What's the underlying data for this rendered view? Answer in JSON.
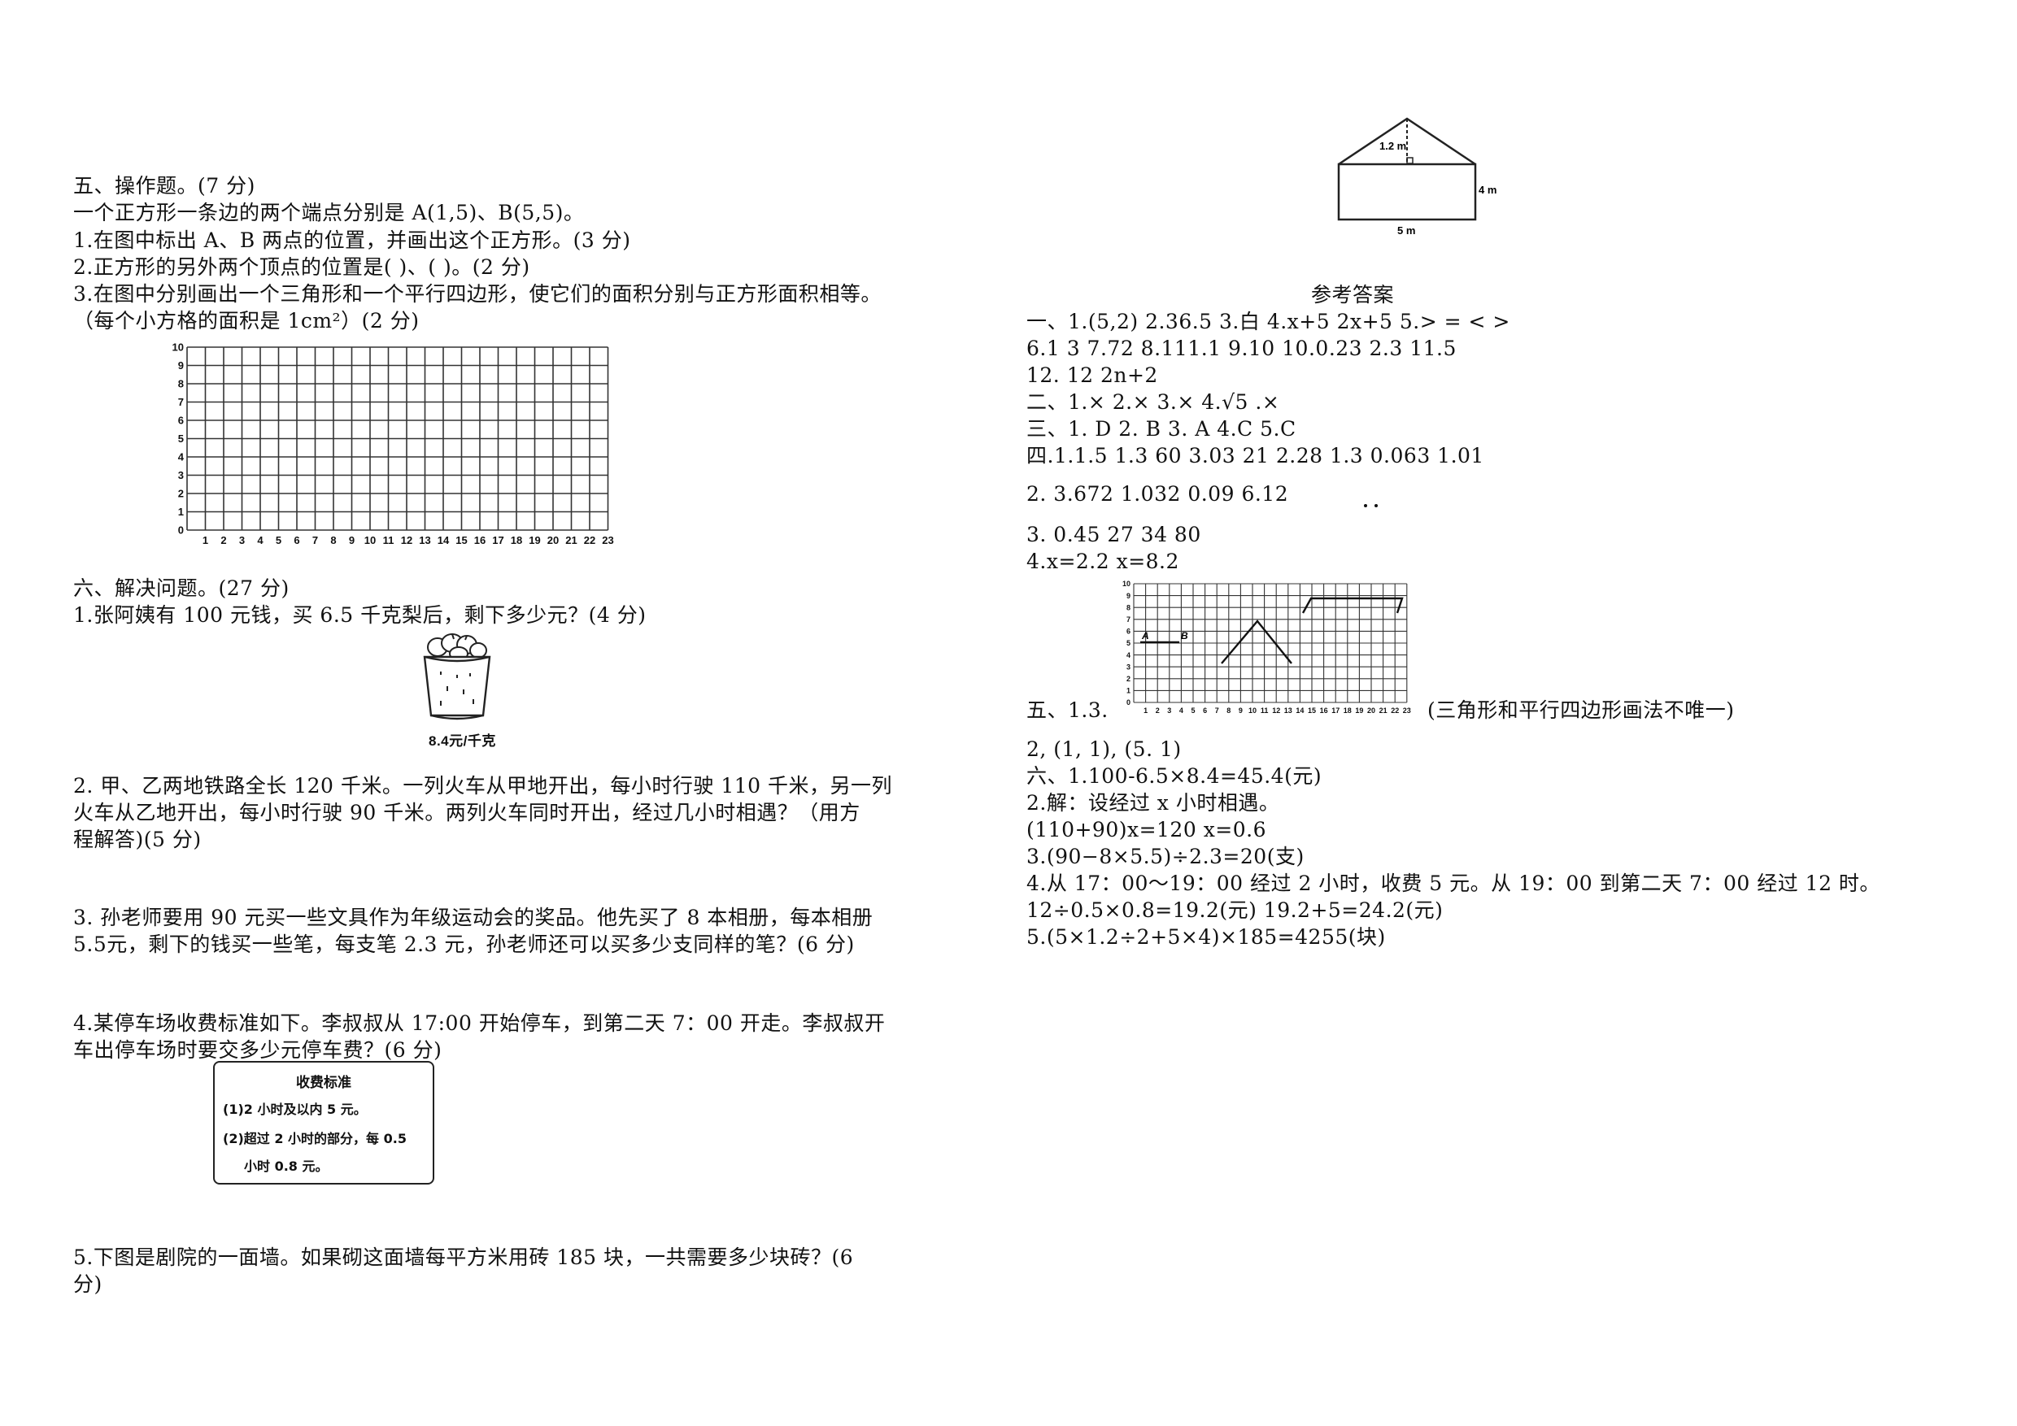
{
  "left": {
    "s5_title": "五、操作题。(7 分)",
    "s5_intro": "一个正方形一条边的两个端点分别是 A(1,5)、B(5,5)。",
    "s5_q1": "1.在图中标出 A、B 两点的位置，并画出这个正方形。(3 分)",
    "s5_q2": "2.正方形的另外两个顶点的位置是(            )、(            )。(2 分)",
    "s5_q3_line1": "3.在图中分别画出一个三角形和一个平行四边形，使它们的面积分别与正方形面积相等。",
    "s5_q3_line2": "（每个小方格的面积是 1cm²）(2 分)",
    "grid_y_labels": [
      "0",
      "1",
      "2",
      "3",
      "4",
      "5",
      "6",
      "7",
      "8",
      "9",
      "10"
    ],
    "grid_x_labels": [
      "1",
      "2",
      "3",
      "4",
      "5",
      "6",
      "7",
      "8",
      "9",
      "10",
      "11",
      "12",
      "13",
      "14",
      "15",
      "16",
      "17",
      "18",
      "19",
      "20",
      "21",
      "22",
      "23"
    ],
    "s6_title": "六、解决问题。(27 分)",
    "s6_q1": "1.张阿姨有 100 元钱，买 6.5 千克梨后，剩下多少元？(4 分)",
    "pear_price": "8.4元/千克",
    "s6_q2_line1": "2. 甲、乙两地铁路全长 120 千米。一列火车从甲地开出，每小时行驶 110 千米，另一列",
    "s6_q2_line2": "火车从乙地开出，每小时行驶 90 千米。两列火车同时开出，经过几小时相遇？（用方",
    "s6_q2_line3": "程解答)(5 分)",
    "s6_q3_line1": "3. 孙老师要用 90 元买一些文具作为年级运动会的奖品。他先买了 8 本相册，每本相册",
    "s6_q3_line2": "5.5元，剩下的钱买一些笔，每支笔 2.3 元，孙老师还可以买多少支同样的笔？(6 分)",
    "s6_q4_line1": "4.某停车场收费标准如下。李叔叔从 17:00 开始停车，到第二天 7：00 开走。李叔叔开",
    "s6_q4_line2": "车出停车场时要交多少元停车费？(6 分)",
    "fee_title": "收费标准",
    "fee_line1": "(1)2 小时及以内 5 元。",
    "fee_line2": "(2)超过 2 小时的部分，每 0.5",
    "fee_line3": "小时 0.8 元。",
    "s6_q5_line1": "5.下图是剧院的一面墙。如果砌这面墙每平方米用砖 185 块，一共需要多少块砖？(6",
    "s6_q5_line2": "分)"
  },
  "wall": {
    "height_label": "1.2 m",
    "side_label": "4 m",
    "base_label": "5 m"
  },
  "right": {
    "title": "参考答案",
    "a1_line1": "一、1.(5,2)     2.36.5     3.白       4.x+5     2x+5        5.>    =    <   >",
    "a1_line2": "6.1    3     7.72     8.111.1       9.10       10.0.23       2.3       11.5",
    "a1_line3": "12.  12      2n+2",
    "a2": "二、1.×   2.×   3.×   4.√5   .×",
    "a3": "三、1. D 2. B 3. A 4.C 5.C",
    "a4_line1": "四.1.1.5     1.3     60   3.03   21   2.28   1.3     0.063   1.01",
    "a4_line2": "2.  3.672     1.032      0.09      6.12",
    "a4_line3": "3.  0.45     27     34     80",
    "a4_line4": "4.x=2.2      x=8.2",
    "a5_label": "五、1.3.",
    "a5_note": "(三角形和平行四边形画法不唯一)",
    "a5_q2": "2,  (1,  1),  (5.  1)",
    "a6_q1": "六、1.100-6.5×8.4=45.4(元)",
    "a6_q2a": "2.解：设经过 x 小时相遇。",
    "a6_q2b": "(110+90)x=120        x=0.6",
    "a6_q3": "3.(90−8×5.5)÷2.3=20(支)",
    "a6_q4a": "4.从 17：00～19：00 经过 2 小时，收费 5 元。从 19：00 到第二天 7：00 经过 12 时。",
    "a6_q4b": "12÷0.5×0.8=19.2(元)      19.2+5=24.2(元)",
    "a6_q5": "5.(5×1.2÷2+5×4)×185=4255(块)",
    "mini_grid_a": "A",
    "mini_grid_b": "B"
  }
}
